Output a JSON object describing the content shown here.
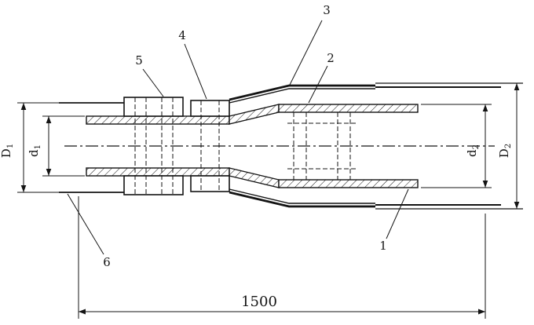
{
  "drawing": {
    "dimensions": {
      "D1": {
        "letter": "D",
        "sub": "1"
      },
      "d1": {
        "letter": "d",
        "sub": "1"
      },
      "d2": {
        "letter": "d",
        "sub": "2"
      },
      "D2": {
        "letter": "D",
        "sub": "2"
      },
      "length": "1500"
    },
    "callouts": {
      "c1": "1",
      "c2": "2",
      "c3": "3",
      "c4": "4",
      "c5": "5",
      "c6": "6"
    },
    "colors": {
      "line": "#141414",
      "background": "#ffffff"
    }
  }
}
